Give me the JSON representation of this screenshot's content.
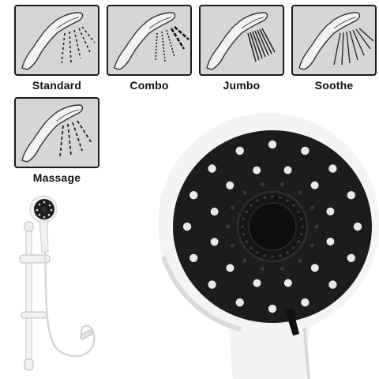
{
  "spray_modes": [
    {
      "label": "Standard",
      "icon": "standard-spray-icon"
    },
    {
      "label": "Combo",
      "icon": "combo-spray-icon"
    },
    {
      "label": "Jumbo",
      "icon": "jumbo-spray-icon"
    },
    {
      "label": "Soothe",
      "icon": "soothe-spray-icon"
    },
    {
      "label": "Massage",
      "icon": "massage-spray-icon"
    }
  ],
  "colors": {
    "card_bg": "#d6d6d6",
    "card_border": "#1a1a1a",
    "head_face": "#1c1c1c",
    "body_white": "#f4f4f4"
  }
}
